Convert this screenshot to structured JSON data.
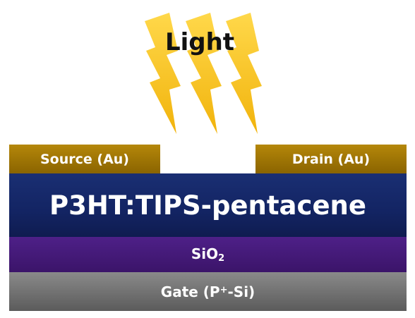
{
  "light": {
    "label": "Light",
    "icon": "lightning-bolt-icon",
    "color": "#f5c518"
  },
  "electrodes": {
    "source": "Source (Au)",
    "drain": "Drain (Au)",
    "color": "#a27a06"
  },
  "semiconductor": {
    "label": "P3HT:TIPS-pentacene",
    "color": "#152767"
  },
  "oxide": {
    "base": "SiO",
    "subscript": "2",
    "color": "#461a7c"
  },
  "gate": {
    "prefix": "Gate (P",
    "superscript": "+",
    "suffix": "-Si)",
    "color": "#707070"
  }
}
